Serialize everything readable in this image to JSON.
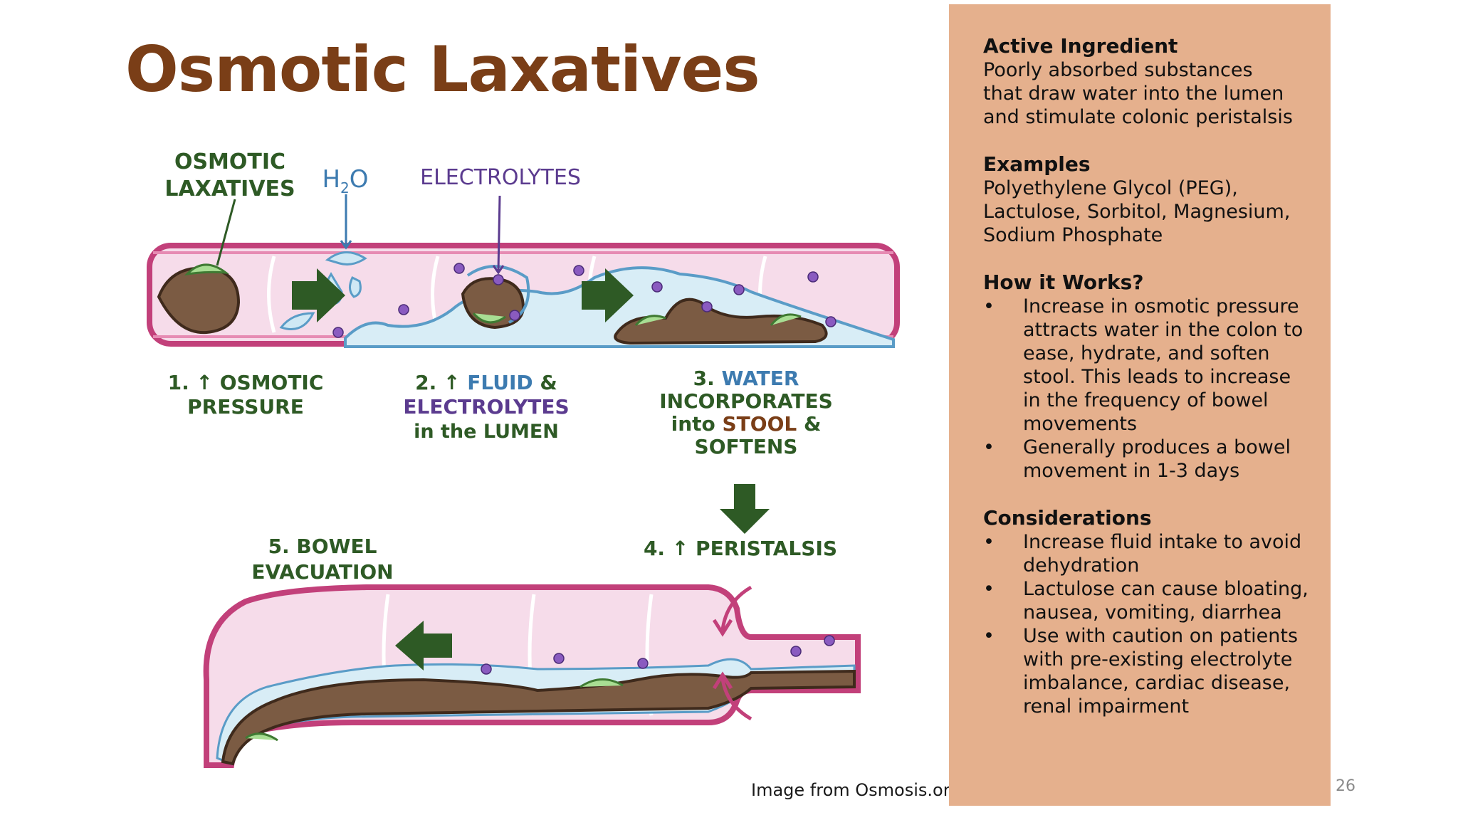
{
  "title": "Osmotic Laxatives",
  "diagram": {
    "top_labels": {
      "osmotic_laxatives_line1": "OSMOTIC",
      "osmotic_laxatives_line2": "LAXATIVES",
      "h2o": "H",
      "h2o_sub": "2",
      "h2o_end": "O",
      "electrolytes": "ELECTROLYTES"
    },
    "step1": {
      "num": "1.",
      "line1": "OSMOTIC",
      "line2": "PRESSURE"
    },
    "step2": {
      "num": "2.",
      "line1_a": "FLUID",
      "line1_b": "&",
      "line2": "ELECTROLYTES",
      "line3_a": "in the",
      "line3_b": "LUMEN"
    },
    "step3": {
      "num": "3.",
      "line1_b": "WATER",
      "line2": "INCORPORATES",
      "line3_a": "into",
      "line3_b": "STOOL",
      "line3_c": "&",
      "line4": "SOFTENS"
    },
    "step4": {
      "num": "4.",
      "label": "PERISTALSIS"
    },
    "step5": {
      "line1": "5. BOWEL",
      "line2": "EVACUATION"
    },
    "up_arrow": "↑",
    "colors": {
      "green": "#2e5a25",
      "blue": "#3d7bb0",
      "purple": "#5b3b8f",
      "brown": "#7a3e17",
      "intestine": "#c2407a",
      "intestine_fill": "#f6dcea"
    }
  },
  "credit": "Image from Osmosis.org",
  "panel": {
    "active_heading": "Active Ingredient",
    "active_lines": [
      "Poorly absorbed substances",
      "that draw water into the lumen",
      "and stimulate colonic peristalsis"
    ],
    "examples_heading": "Examples",
    "examples_lines": [
      "Polyethylene Glycol (PEG),",
      "Lactulose, Sorbitol, Magnesium,",
      "Sodium Phosphate"
    ],
    "how_heading": "How it Works?",
    "how_bullets": [
      "Increase in osmotic pressure attracts water in the colon to ease, hydrate, and soften stool. This leads to increase in the frequency of bowel movements",
      "Generally produces a bowel movement in 1-3 days"
    ],
    "considerations_heading": "Considerations",
    "considerations_bullets": [
      "Increase fluid intake to avoid dehydration",
      "Lactulose can cause bloating, nausea, vomiting, diarrhea",
      "Use with caution on patients with pre-existing electrolyte imbalance, cardiac disease, renal impairment"
    ]
  },
  "page_number": "26"
}
